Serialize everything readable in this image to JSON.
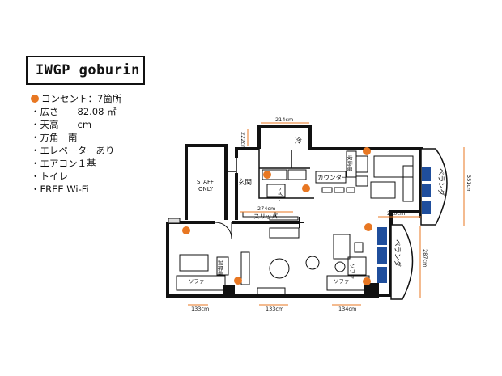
{
  "title": "IWGP goburin",
  "info": {
    "outlets": "コンセント：7箇所",
    "area": "・広さ　　82.08 ㎡",
    "ceiling": "・天高　　cm",
    "direction": "・方角　南",
    "elevator": "・エレベーターあり",
    "aircon": "・エアコン１基",
    "toilet": "・トイレ",
    "wifi": "・FREE Wi-Fi"
  },
  "rooms": {
    "staff": "STAFF",
    "staff2": "ONLY",
    "entrance": "玄関",
    "fridge": "冷",
    "counter": "カウンター",
    "slippers": "スリッパ",
    "toilet": "トイレ",
    "cleaner": "掃除機",
    "storage": "収納棚",
    "veranda_right": "ベランダ",
    "veranda_lower": "ベランダ",
    "sofa1": "ソファ",
    "sofa2": "ソファ",
    "sofa3": "ソファ"
  },
  "dims": {
    "d214": "214cm",
    "d222": "222cm",
    "d274": "274cm",
    "d210": "210cm",
    "d287": "287cm",
    "d351": "351cm",
    "d133a": "133cm",
    "d133b": "133cm",
    "d134": "134cm"
  },
  "colors": {
    "outlet": "#e87722",
    "dim": "#e87722",
    "wall": "#111111",
    "window": "#1f4e9c"
  }
}
